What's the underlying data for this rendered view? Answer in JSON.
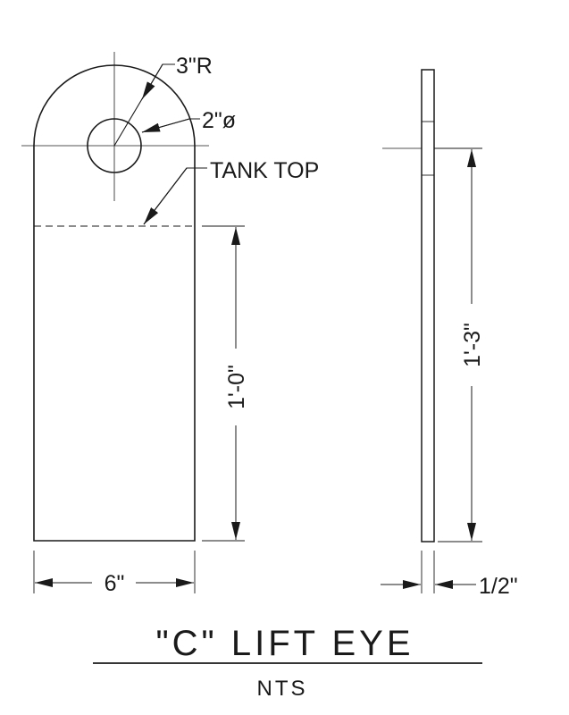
{
  "annotations": {
    "radius": "3\"R",
    "hole_diameter": "2\"ø",
    "tank_top": "TANK TOP",
    "height_below_tank_top": "1'-0\"",
    "overall_height": "1'-3\"",
    "width": "6\"",
    "thickness": "1/2\""
  },
  "title": "\"C\" LIFT EYE",
  "subtitle": "NTS",
  "colors": {
    "ink": "#1a1a1a",
    "paper": "#ffffff"
  }
}
